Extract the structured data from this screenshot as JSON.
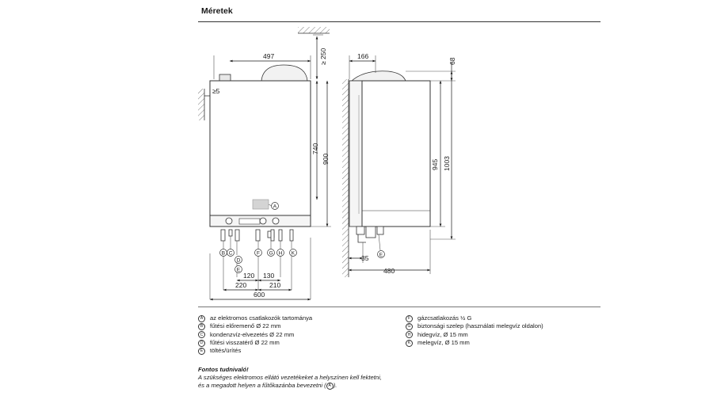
{
  "header": {
    "title": "Méretek"
  },
  "dimensions": {
    "width_top": "497",
    "top_clearance": "≥ 250",
    "side_clearance": "≥5",
    "height_740": "740",
    "height_900": "900",
    "depth_top": "166",
    "top_68": "68",
    "height_945": "945",
    "height_1003": "1003",
    "bottom_35": "35",
    "depth_480": "480",
    "dim_120": "120",
    "dim_130": "130",
    "dim_220": "220",
    "dim_210": "210",
    "width_600": "600"
  },
  "callouts": {
    "A": "A",
    "B": "B",
    "C": "C",
    "D": "D",
    "E": "E",
    "F": "F",
    "G": "G",
    "H": "H",
    "K": "K"
  },
  "legend_left": [
    {
      "key": "A",
      "text": "az elektromos csatlakozók tartománya"
    },
    {
      "key": "B",
      "text": "fűtési előremenő Ø 22 mm"
    },
    {
      "key": "C",
      "text": "kondenzvíz-elvezetés Ø 22 mm"
    },
    {
      "key": "D",
      "text": "fűtési visszatérő Ø 22 mm"
    },
    {
      "key": "E",
      "text": "töltés/ürítés"
    }
  ],
  "legend_right": [
    {
      "key": "F",
      "text": "gázcsatlakozás ½ G"
    },
    {
      "key": "G",
      "text": "biztonsági szelep (használati melegvíz oldalon)"
    },
    {
      "key": "H",
      "text": "hidegvíz, Ø 15 mm"
    },
    {
      "key": "K",
      "text": "melegvíz, Ø 15 mm"
    }
  ],
  "note": {
    "title": "Fontos tudnivaló!",
    "line1": "A szükséges elektromos ellátó vezetékeket a helyszínen kell fektetni,",
    "line2_pre": "és a megadott helyen a fűtőkazánba bevezetni (",
    "line2_key": "A",
    "line2_post": ")."
  }
}
